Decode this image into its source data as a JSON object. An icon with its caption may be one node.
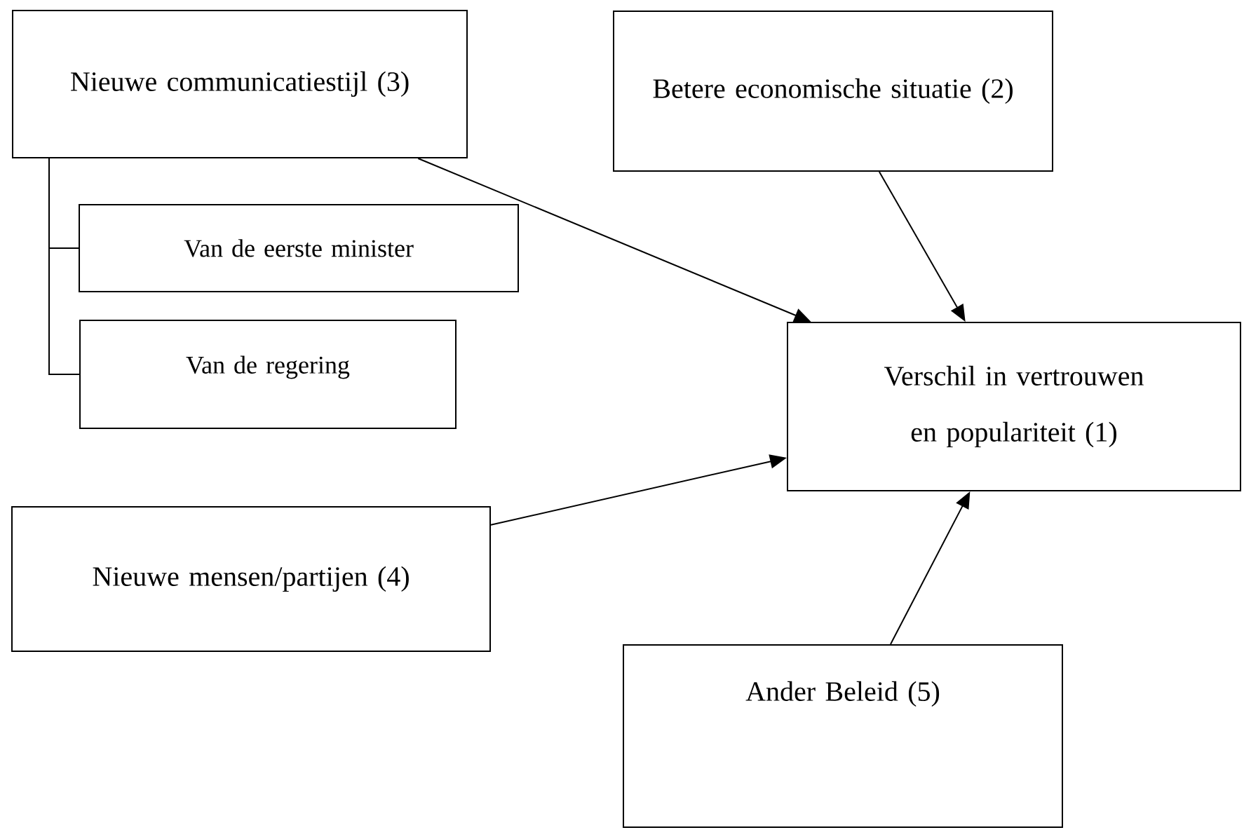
{
  "diagram": {
    "nodes": [
      {
        "text": [
          "Nieuwe communicatiestijl (3)"
        ]
      },
      {
        "text": [
          "Betere economische situatie (2)"
        ]
      },
      {
        "text": [
          "Van de eerste minister"
        ]
      },
      {
        "text": [
          "Van de regering"
        ]
      },
      {
        "text": [
          "Verschil in vertrouwen en populariteit (1)"
        ]
      },
      {
        "text": [
          "Nieuwe mensen/partijen (4)"
        ]
      },
      {
        "text": [
          "Ander Beleid (5)"
        ]
      }
    ],
    "edges": [
      {
        "from": 0,
        "to": 4,
        "arrow": "to"
      },
      {
        "from": 1,
        "to": 4,
        "arrow": "to"
      },
      {
        "from": 5,
        "to": 4,
        "arrow": "to"
      },
      {
        "from": 6,
        "to": 4,
        "arrow": "to"
      },
      {
        "from": 0,
        "to": 2,
        "arrow": "none"
      },
      {
        "from": 0,
        "to": 3,
        "arrow": "none"
      }
    ]
  }
}
